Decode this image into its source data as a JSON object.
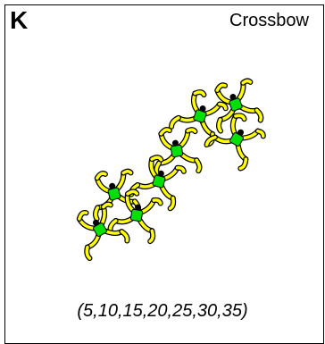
{
  "panel": {
    "letter": "K",
    "name": "Crossbow",
    "sequence": "(5,10,15,20,25,30,35)"
  },
  "colors": {
    "body": "#00e000",
    "limb": "#ffff00",
    "outline": "#000000",
    "head": "#000000"
  }
}
